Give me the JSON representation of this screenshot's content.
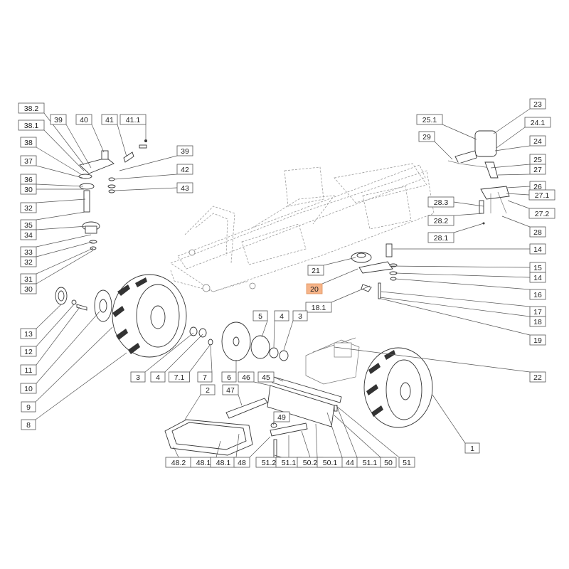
{
  "diagram": {
    "highlight_color": "#f6b489",
    "labels": [
      {
        "id": "l382",
        "text": "38.2"
      },
      {
        "id": "l39a",
        "text": "39"
      },
      {
        "id": "l40",
        "text": "40"
      },
      {
        "id": "l41",
        "text": "41"
      },
      {
        "id": "l411",
        "text": "41.1"
      },
      {
        "id": "l381",
        "text": "38.1"
      },
      {
        "id": "l38",
        "text": "38"
      },
      {
        "id": "l39b",
        "text": "39"
      },
      {
        "id": "l37",
        "text": "37"
      },
      {
        "id": "l42",
        "text": "42"
      },
      {
        "id": "l36",
        "text": "36"
      },
      {
        "id": "l30a",
        "text": "30"
      },
      {
        "id": "l43",
        "text": "43"
      },
      {
        "id": "l32a",
        "text": "32"
      },
      {
        "id": "l35",
        "text": "35"
      },
      {
        "id": "l34",
        "text": "34"
      },
      {
        "id": "l33",
        "text": "33"
      },
      {
        "id": "l32b",
        "text": "32"
      },
      {
        "id": "l31",
        "text": "31"
      },
      {
        "id": "l30b",
        "text": "30"
      },
      {
        "id": "l13",
        "text": "13"
      },
      {
        "id": "l12",
        "text": "12"
      },
      {
        "id": "l11",
        "text": "11"
      },
      {
        "id": "l10",
        "text": "10"
      },
      {
        "id": "l9",
        "text": "9"
      },
      {
        "id": "l8",
        "text": "8"
      },
      {
        "id": "l23",
        "text": "23"
      },
      {
        "id": "l251",
        "text": "25.1"
      },
      {
        "id": "l241",
        "text": "24.1"
      },
      {
        "id": "l29",
        "text": "29"
      },
      {
        "id": "l24",
        "text": "24"
      },
      {
        "id": "l25",
        "text": "25"
      },
      {
        "id": "l27",
        "text": "27"
      },
      {
        "id": "l26",
        "text": "26"
      },
      {
        "id": "l271",
        "text": "27.1"
      },
      {
        "id": "l283",
        "text": "28.3"
      },
      {
        "id": "l272",
        "text": "27.2"
      },
      {
        "id": "l282",
        "text": "28.2"
      },
      {
        "id": "l28",
        "text": "28"
      },
      {
        "id": "l281",
        "text": "28.1"
      },
      {
        "id": "l14a",
        "text": "14"
      },
      {
        "id": "l21",
        "text": "21"
      },
      {
        "id": "l15",
        "text": "15"
      },
      {
        "id": "l14b",
        "text": "14"
      },
      {
        "id": "l20",
        "text": "20"
      },
      {
        "id": "l16",
        "text": "16"
      },
      {
        "id": "l181",
        "text": "18.1"
      },
      {
        "id": "l17",
        "text": "17"
      },
      {
        "id": "l18",
        "text": "18"
      },
      {
        "id": "l19",
        "text": "19"
      },
      {
        "id": "l5",
        "text": "5"
      },
      {
        "id": "l4a",
        "text": "4"
      },
      {
        "id": "l3a",
        "text": "3"
      },
      {
        "id": "l3b",
        "text": "3"
      },
      {
        "id": "l4b",
        "text": "4"
      },
      {
        "id": "l71",
        "text": "7.1"
      },
      {
        "id": "l7",
        "text": "7"
      },
      {
        "id": "l6",
        "text": "6"
      },
      {
        "id": "l46",
        "text": "46"
      },
      {
        "id": "l45",
        "text": "45"
      },
      {
        "id": "l22",
        "text": "22"
      },
      {
        "id": "l2",
        "text": "2"
      },
      {
        "id": "l47",
        "text": "47"
      },
      {
        "id": "l49",
        "text": "49"
      },
      {
        "id": "l1",
        "text": "1"
      },
      {
        "id": "l482",
        "text": "48.2"
      },
      {
        "id": "l481a",
        "text": "48.1"
      },
      {
        "id": "l481b",
        "text": "48.1"
      },
      {
        "id": "l48",
        "text": "48"
      },
      {
        "id": "l512",
        "text": "51.2"
      },
      {
        "id": "l511a",
        "text": "51.1"
      },
      {
        "id": "l502",
        "text": "50.2"
      },
      {
        "id": "l501",
        "text": "50.1"
      },
      {
        "id": "l44",
        "text": "44"
      },
      {
        "id": "l511b",
        "text": "51.1"
      },
      {
        "id": "l50",
        "text": "50"
      },
      {
        "id": "l51",
        "text": "51"
      }
    ]
  }
}
